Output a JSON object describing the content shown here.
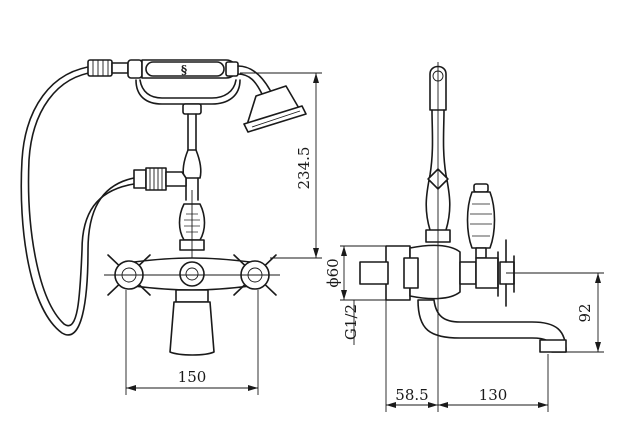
{
  "dimensions": {
    "height_handset": "234.5",
    "width_front": "150",
    "diameter_body": "ϕ60",
    "thread": "G1/2",
    "spout_height": "92",
    "offset_wall": "58.5",
    "spout_reach": "130"
  }
}
